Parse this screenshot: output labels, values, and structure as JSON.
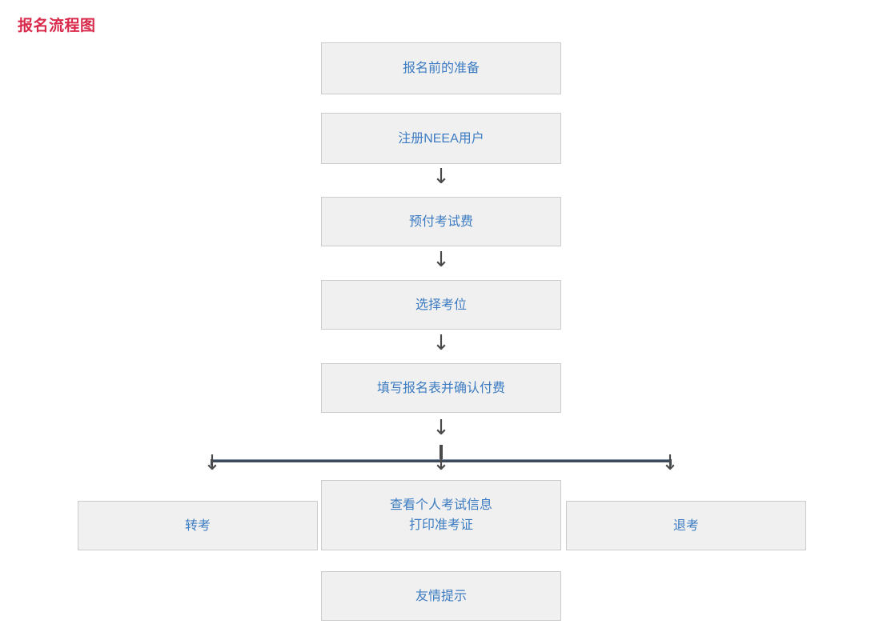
{
  "page": {
    "title": "报名流程图",
    "title_color": "#d9294a",
    "background_color": "#ffffff"
  },
  "theme": {
    "box_fill": "#f0f0f0",
    "box_border": "#cccccc",
    "box_text_color": "#3d7cc2",
    "arrow_color": "#4a4a4a",
    "connector_color": "#3f4a58"
  },
  "flowchart": {
    "type": "flowchart",
    "orientation": "top-to-bottom",
    "steps": [
      {
        "id": "prepare",
        "label": "报名前的准备"
      },
      {
        "id": "register",
        "label": "注册NEEA用户"
      },
      {
        "id": "prepay",
        "label": "预付考试费"
      },
      {
        "id": "select_seat",
        "label": "选择考位"
      },
      {
        "id": "fill_form",
        "label": "填写报名表并确认付费"
      }
    ],
    "branches": [
      {
        "id": "transfer",
        "label": "转考"
      },
      {
        "id": "view_info",
        "label": "查看个人考试信息\n打印准考证"
      },
      {
        "id": "refund",
        "label": "退考"
      }
    ],
    "footer_step": {
      "id": "tips",
      "label": "友情提示"
    },
    "arrows": {
      "glyph": "↓",
      "sequence_count": 4,
      "branch_count": 3
    }
  }
}
